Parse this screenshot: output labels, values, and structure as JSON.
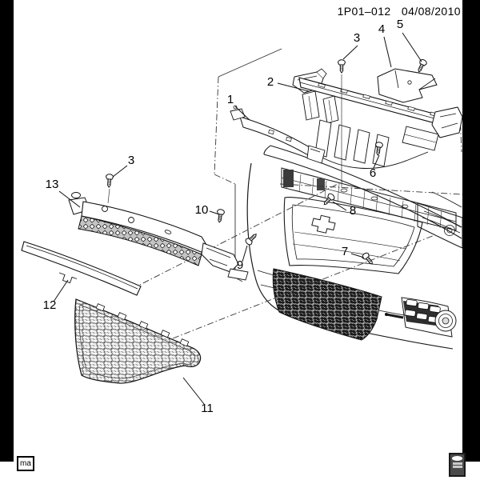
{
  "header": {
    "code": "1P01–012",
    "date": "04/08/2010"
  },
  "footer": {
    "tag": "ma",
    "stamp_icon": "gm-oval-stamp-icon"
  },
  "diagram": {
    "callouts": [
      "1",
      "2",
      "3",
      "3",
      "4",
      "5",
      "6",
      "7",
      "8",
      "9",
      "10",
      "11",
      "12",
      "13"
    ]
  }
}
